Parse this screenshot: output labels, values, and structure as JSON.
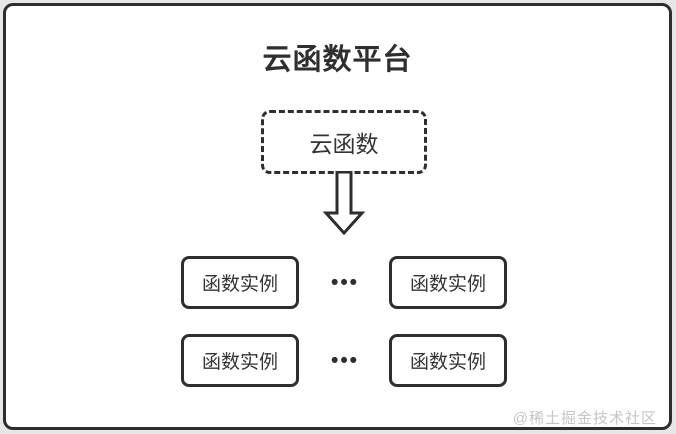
{
  "diagram": {
    "title": "云函数平台",
    "root_node": {
      "label": "云函数"
    },
    "arrow": {
      "direction": "down"
    },
    "rows": [
      {
        "left": "函数实例",
        "ellipsis": "•••",
        "right": "函数实例"
      },
      {
        "left": "函数实例",
        "ellipsis": "•••",
        "right": "函数实例"
      }
    ],
    "watermark": "@稀土掘金技术社区"
  },
  "colors": {
    "page_background": "#e7e7e7",
    "card_background": "#ffffff",
    "line": "#2e2e2e",
    "text": "#333333",
    "watermark": "#c5c5c5"
  }
}
